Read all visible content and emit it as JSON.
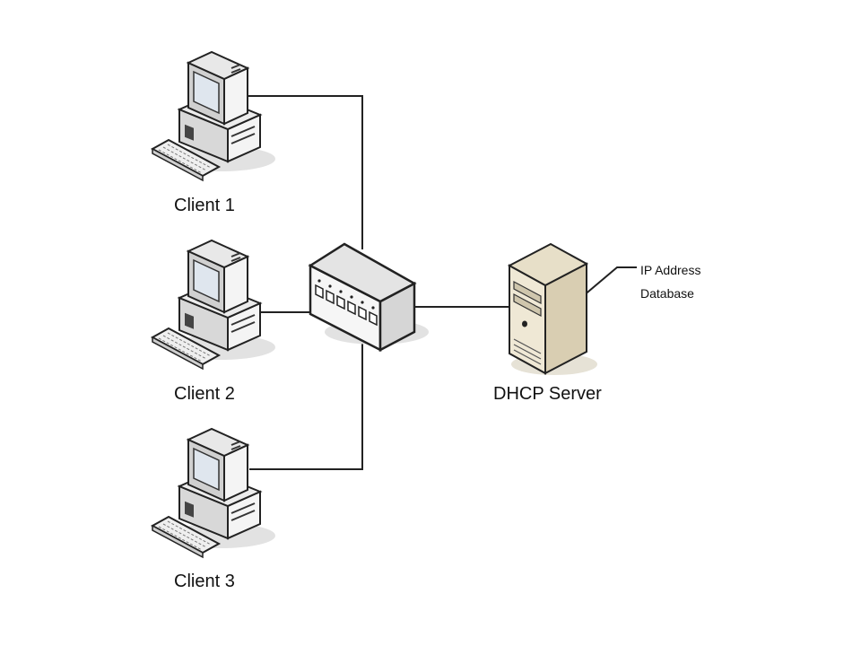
{
  "diagram": {
    "clients": [
      {
        "label": "Client 1"
      },
      {
        "label": "Client 2"
      },
      {
        "label": "Client 3"
      }
    ],
    "server": {
      "label": "DHCP Server"
    },
    "database_callout": {
      "line1": "IP Address",
      "line2": "Database"
    },
    "colors": {
      "line": "#222222",
      "computer_body": "#eeeeee",
      "server_body": "#efe8d5",
      "shadow": "#dcdcdc"
    },
    "icons": [
      "computer-icon",
      "network-switch-icon",
      "server-icon"
    ]
  }
}
